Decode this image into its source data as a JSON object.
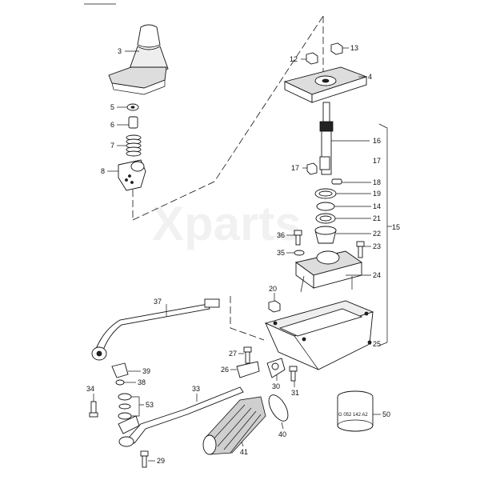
{
  "watermark": "Xparts",
  "callouts": [
    {
      "id": "c3",
      "text": "3"
    },
    {
      "id": "c5",
      "text": "5"
    },
    {
      "id": "c6",
      "text": "6"
    },
    {
      "id": "c7",
      "text": "7"
    },
    {
      "id": "c8",
      "text": "8"
    },
    {
      "id": "c12",
      "text": "12"
    },
    {
      "id": "c13",
      "text": "13"
    },
    {
      "id": "c4",
      "text": "4"
    },
    {
      "id": "c16",
      "text": "16"
    },
    {
      "id": "c17a",
      "text": "17"
    },
    {
      "id": "c17b",
      "text": "17"
    },
    {
      "id": "c18",
      "text": "18"
    },
    {
      "id": "c19",
      "text": "19"
    },
    {
      "id": "c14",
      "text": "14"
    },
    {
      "id": "c21",
      "text": "21"
    },
    {
      "id": "c15",
      "text": "15"
    },
    {
      "id": "c22",
      "text": "22"
    },
    {
      "id": "c36",
      "text": "36"
    },
    {
      "id": "c23",
      "text": "23"
    },
    {
      "id": "c35",
      "text": "35"
    },
    {
      "id": "c24",
      "text": "24"
    },
    {
      "id": "c20",
      "text": "20"
    },
    {
      "id": "c37",
      "text": "37"
    },
    {
      "id": "c25",
      "text": "25"
    },
    {
      "id": "c27",
      "text": "27"
    },
    {
      "id": "c26",
      "text": "26"
    },
    {
      "id": "c39",
      "text": "39"
    },
    {
      "id": "c38",
      "text": "38"
    },
    {
      "id": "c34",
      "text": "34"
    },
    {
      "id": "c33",
      "text": "33"
    },
    {
      "id": "c53",
      "text": "53"
    },
    {
      "id": "c30",
      "text": "30"
    },
    {
      "id": "c31",
      "text": "31"
    },
    {
      "id": "c50",
      "text": "50"
    },
    {
      "id": "c40",
      "text": "40"
    },
    {
      "id": "c41",
      "text": "41"
    },
    {
      "id": "c29",
      "text": "29"
    }
  ],
  "sleeve_marking": "G 052 142 A2"
}
